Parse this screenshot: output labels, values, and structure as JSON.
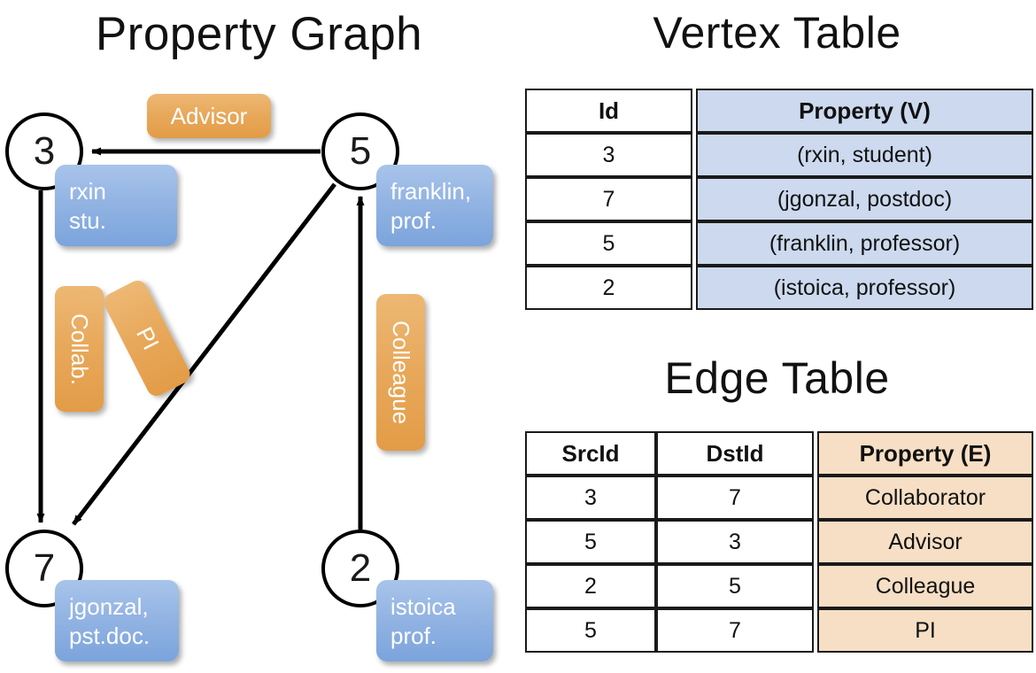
{
  "titles": {
    "property_graph": "Property Graph",
    "vertex_table": "Vertex Table",
    "edge_table": "Edge Table"
  },
  "graph": {
    "nodes": [
      {
        "id": "3",
        "name": "node-3",
        "property_lines": [
          "rxin",
          "stu."
        ]
      },
      {
        "id": "5",
        "name": "node-5",
        "property_lines": [
          "franklin,",
          "prof."
        ]
      },
      {
        "id": "7",
        "name": "node-7",
        "property_lines": [
          "jgonzal,",
          "pst.doc."
        ]
      },
      {
        "id": "2",
        "name": "node-2",
        "property_lines": [
          "istoica",
          "prof."
        ]
      }
    ],
    "node_property_boxes": {
      "rxin_line1": "rxin",
      "rxin_line2": "stu.",
      "franklin_line1": "franklin,",
      "franklin_line2": "prof.",
      "jgonzal_line1": "jgonzal,",
      "jgonzal_line2": "pst.doc.",
      "istoica_line1": "istoica",
      "istoica_line2": "prof."
    },
    "edge_labels": {
      "advisor": "Advisor",
      "collab": "Collab.",
      "pi": "PI",
      "colleague": "Colleague"
    },
    "edges": [
      {
        "src": "5",
        "dst": "3",
        "label": "Advisor"
      },
      {
        "src": "3",
        "dst": "7",
        "label": "Collab."
      },
      {
        "src": "5",
        "dst": "7",
        "label": "PI"
      },
      {
        "src": "2",
        "dst": "5",
        "label": "Colleague"
      }
    ]
  },
  "vertex_table": {
    "headers": [
      "Id",
      "Property (V)"
    ],
    "rows": [
      {
        "id": "3",
        "property": "(rxin, student)"
      },
      {
        "id": "7",
        "property": "(jgonzal, postdoc)"
      },
      {
        "id": "5",
        "property": "(franklin, professor)"
      },
      {
        "id": "2",
        "property": "(istoica, professor)"
      }
    ]
  },
  "edge_table": {
    "headers": [
      "SrcId",
      "DstId",
      "Property (E)"
    ],
    "rows": [
      {
        "src": "3",
        "dst": "7",
        "property": "Collaborator"
      },
      {
        "src": "5",
        "dst": "3",
        "property": "Advisor"
      },
      {
        "src": "2",
        "dst": "5",
        "property": "Colleague"
      },
      {
        "src": "5",
        "dst": "7",
        "property": "PI"
      }
    ]
  },
  "colors": {
    "vertex_property_fill": "#ccd9ee",
    "edge_property_fill": "#f6dfc4",
    "node_box_blue": "#93b4e3",
    "edge_label_orange": "#e8a95c",
    "stroke": "#1a1a1a",
    "background": "#ffffff"
  }
}
